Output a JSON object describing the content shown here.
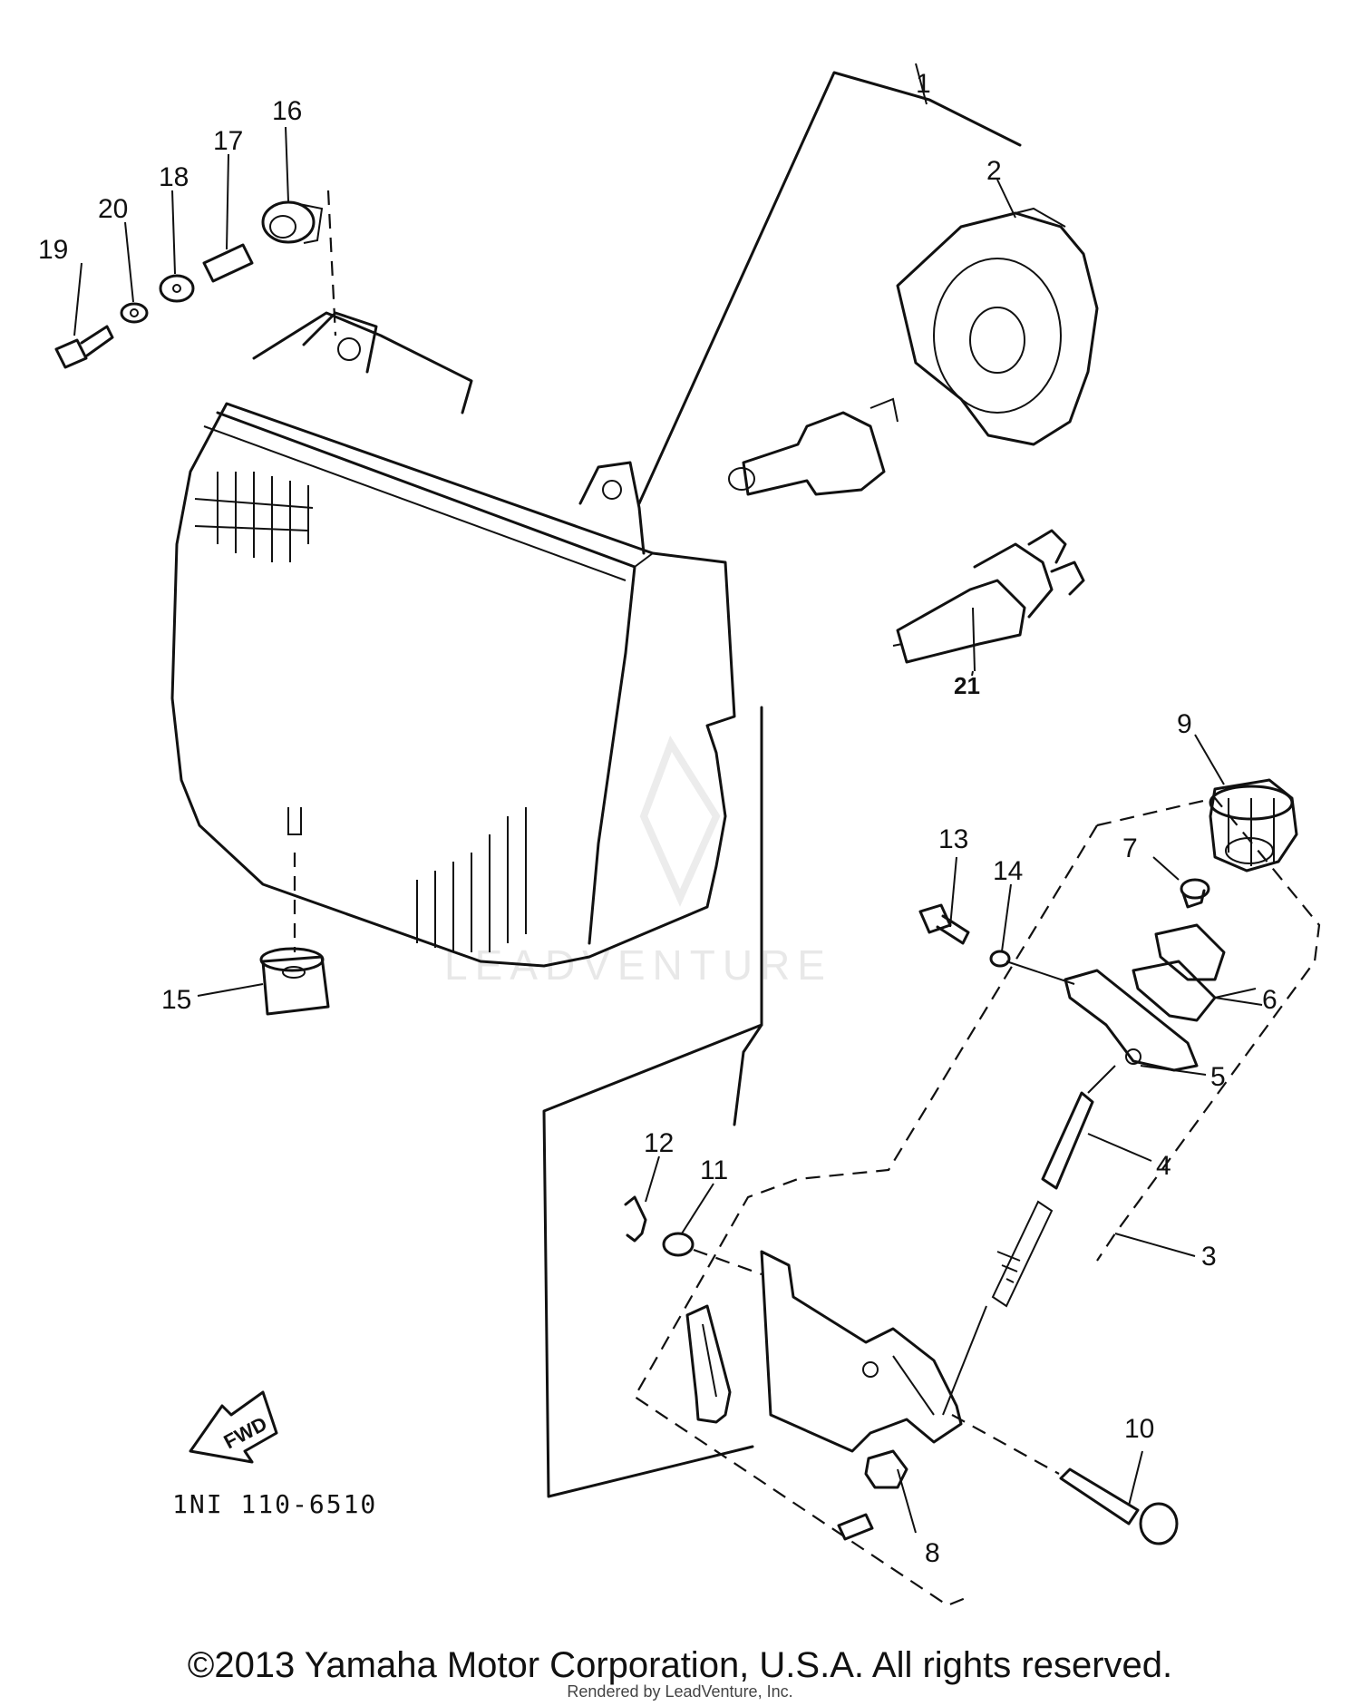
{
  "callouts": {
    "c1": "1",
    "c2": "2",
    "c3": "3",
    "c4": "4",
    "c5": "5",
    "c6": "6",
    "c7": "7",
    "c8": "8",
    "c9": "9",
    "c10": "10",
    "c11": "11",
    "c12": "12",
    "c13": "13",
    "c14": "14",
    "c15": "15",
    "c16": "16",
    "c17": "17",
    "c18": "18",
    "c19": "19",
    "c20": "20",
    "c21": "21"
  },
  "fwd_label": "FWD",
  "diagram_code": "1NI 110-6510",
  "watermark": "LEADVENTURE",
  "copyright": "©2013 Yamaha Motor Corporation, U.S.A. All rights reserved.",
  "rendered_by": "Rendered by LeadVenture, Inc."
}
